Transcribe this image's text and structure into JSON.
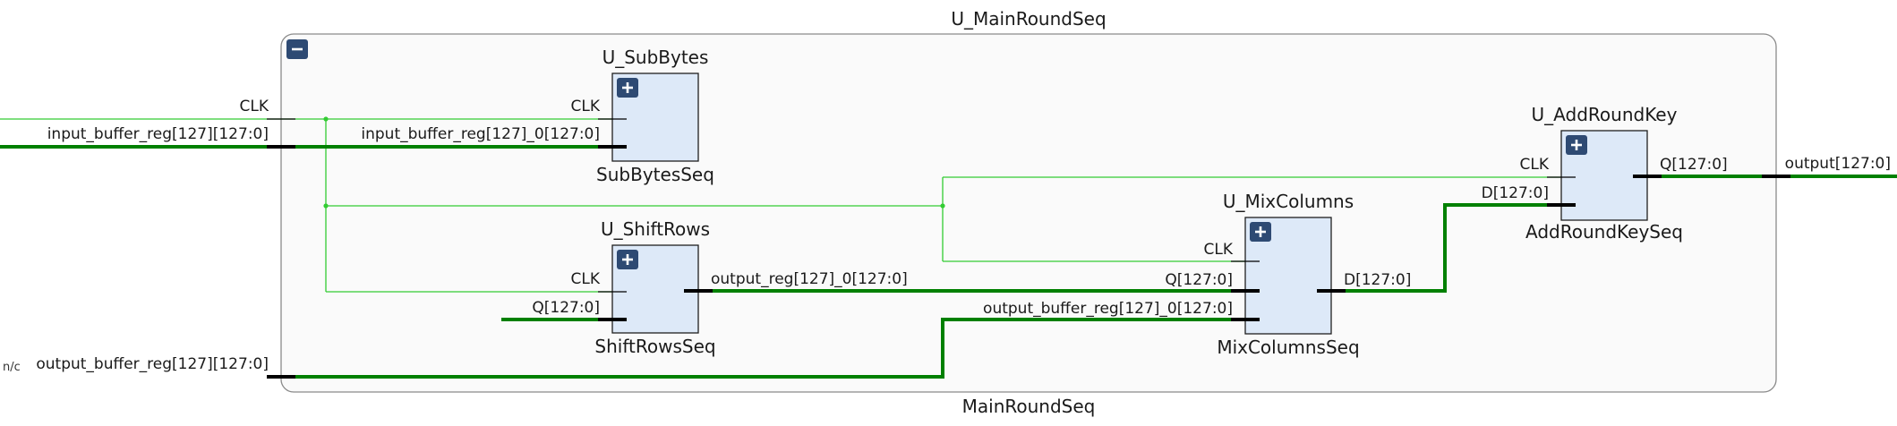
{
  "top": {
    "instance": "U_MainRoundSeq",
    "module": "MainRoundSeq",
    "collapse_icon": "minus-icon",
    "ports": {
      "clk": "CLK",
      "input_buffer": "input_buffer_reg[127][127:0]",
      "output_buffer": "output_buffer_reg[127][127:0]",
      "nc": "n/c",
      "output": "output[127:0]"
    }
  },
  "blocks": {
    "subbytes": {
      "instance": "U_SubBytes",
      "module": "SubBytesSeq",
      "expand_icon": "plus-icon",
      "pins": {
        "clk": "CLK",
        "in": "input_buffer_reg[127]_0[127:0]"
      }
    },
    "shiftrows": {
      "instance": "U_ShiftRows",
      "module": "ShiftRowsSeq",
      "expand_icon": "plus-icon",
      "pins": {
        "clk": "CLK",
        "q": "Q[127:0]",
        "out": "output_reg[127]_0[127:0]"
      }
    },
    "mixcolumns": {
      "instance": "U_MixColumns",
      "module": "MixColumnsSeq",
      "expand_icon": "plus-icon",
      "pins": {
        "clk": "CLK",
        "q": "Q[127:0]",
        "buf": "output_buffer_reg[127]_0[127:0]",
        "d": "D[127:0]"
      }
    },
    "addroundkey": {
      "instance": "U_AddRoundKey",
      "module": "AddRoundKeySeq",
      "expand_icon": "plus-icon",
      "pins": {
        "clk": "CLK",
        "d": "D[127:0]",
        "q": "Q[127:0]"
      }
    }
  },
  "colors": {
    "thin_net": "#33cc33",
    "bus_net": "#008000",
    "block_fill": "#dde9f8",
    "button": "#2e4a73"
  }
}
